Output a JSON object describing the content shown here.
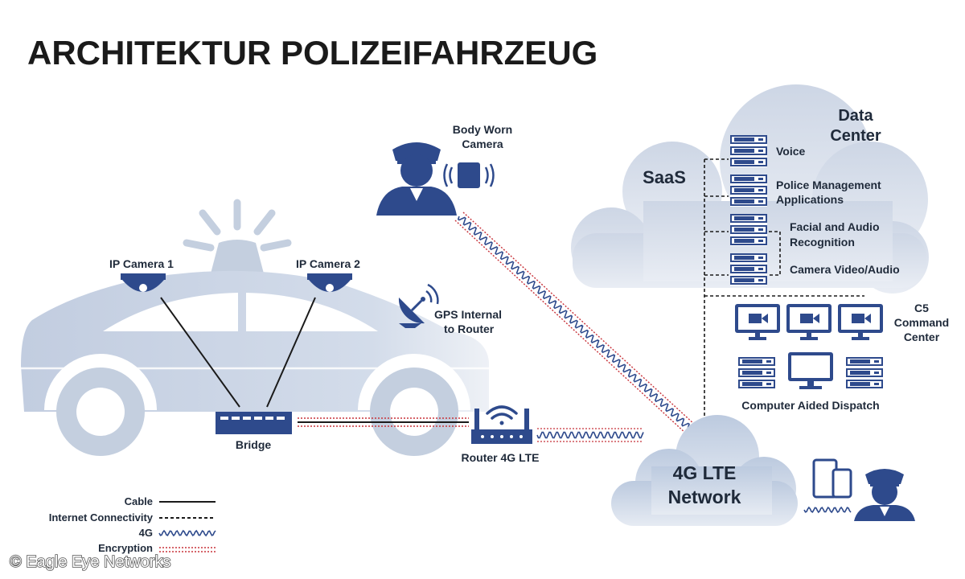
{
  "title": "ARCHITEKTUR POLIZEIFAHRZEUG",
  "labels": {
    "ip_camera_1": "IP Camera 1",
    "ip_camera_2": "IP Camera 2",
    "body_worn_1": "Body Worn",
    "body_worn_2": "Camera",
    "gps_1": "GPS Internal",
    "gps_2": "to Router",
    "bridge": "Bridge",
    "router": "Router 4G LTE",
    "saas": "SaaS",
    "data_center_1": "Data",
    "data_center_2": "Center",
    "voice": "Voice",
    "pm_1": "Police Management",
    "pm_2": "Applications",
    "far_1": "Facial and Audio",
    "far_2": "Recognition",
    "cva": "Camera Video/Audio",
    "c5_1": "C5",
    "c5_2": "Command",
    "c5_3": "Center",
    "cad": "Computer Aided Dispatch",
    "lte_1": "4G LTE",
    "lte_2": "Network"
  },
  "legend": {
    "cable": "Cable",
    "internet": "Internet Connectivity",
    "g4": "4G",
    "encryption": "Encryption"
  },
  "copyright": "© Eagle Eye Networks",
  "colors": {
    "navy": "#2e4a8c",
    "light": "#c4cfdf",
    "pale": "#e6ebf3",
    "text": "#1f2a3a",
    "red": "#c8333a"
  }
}
